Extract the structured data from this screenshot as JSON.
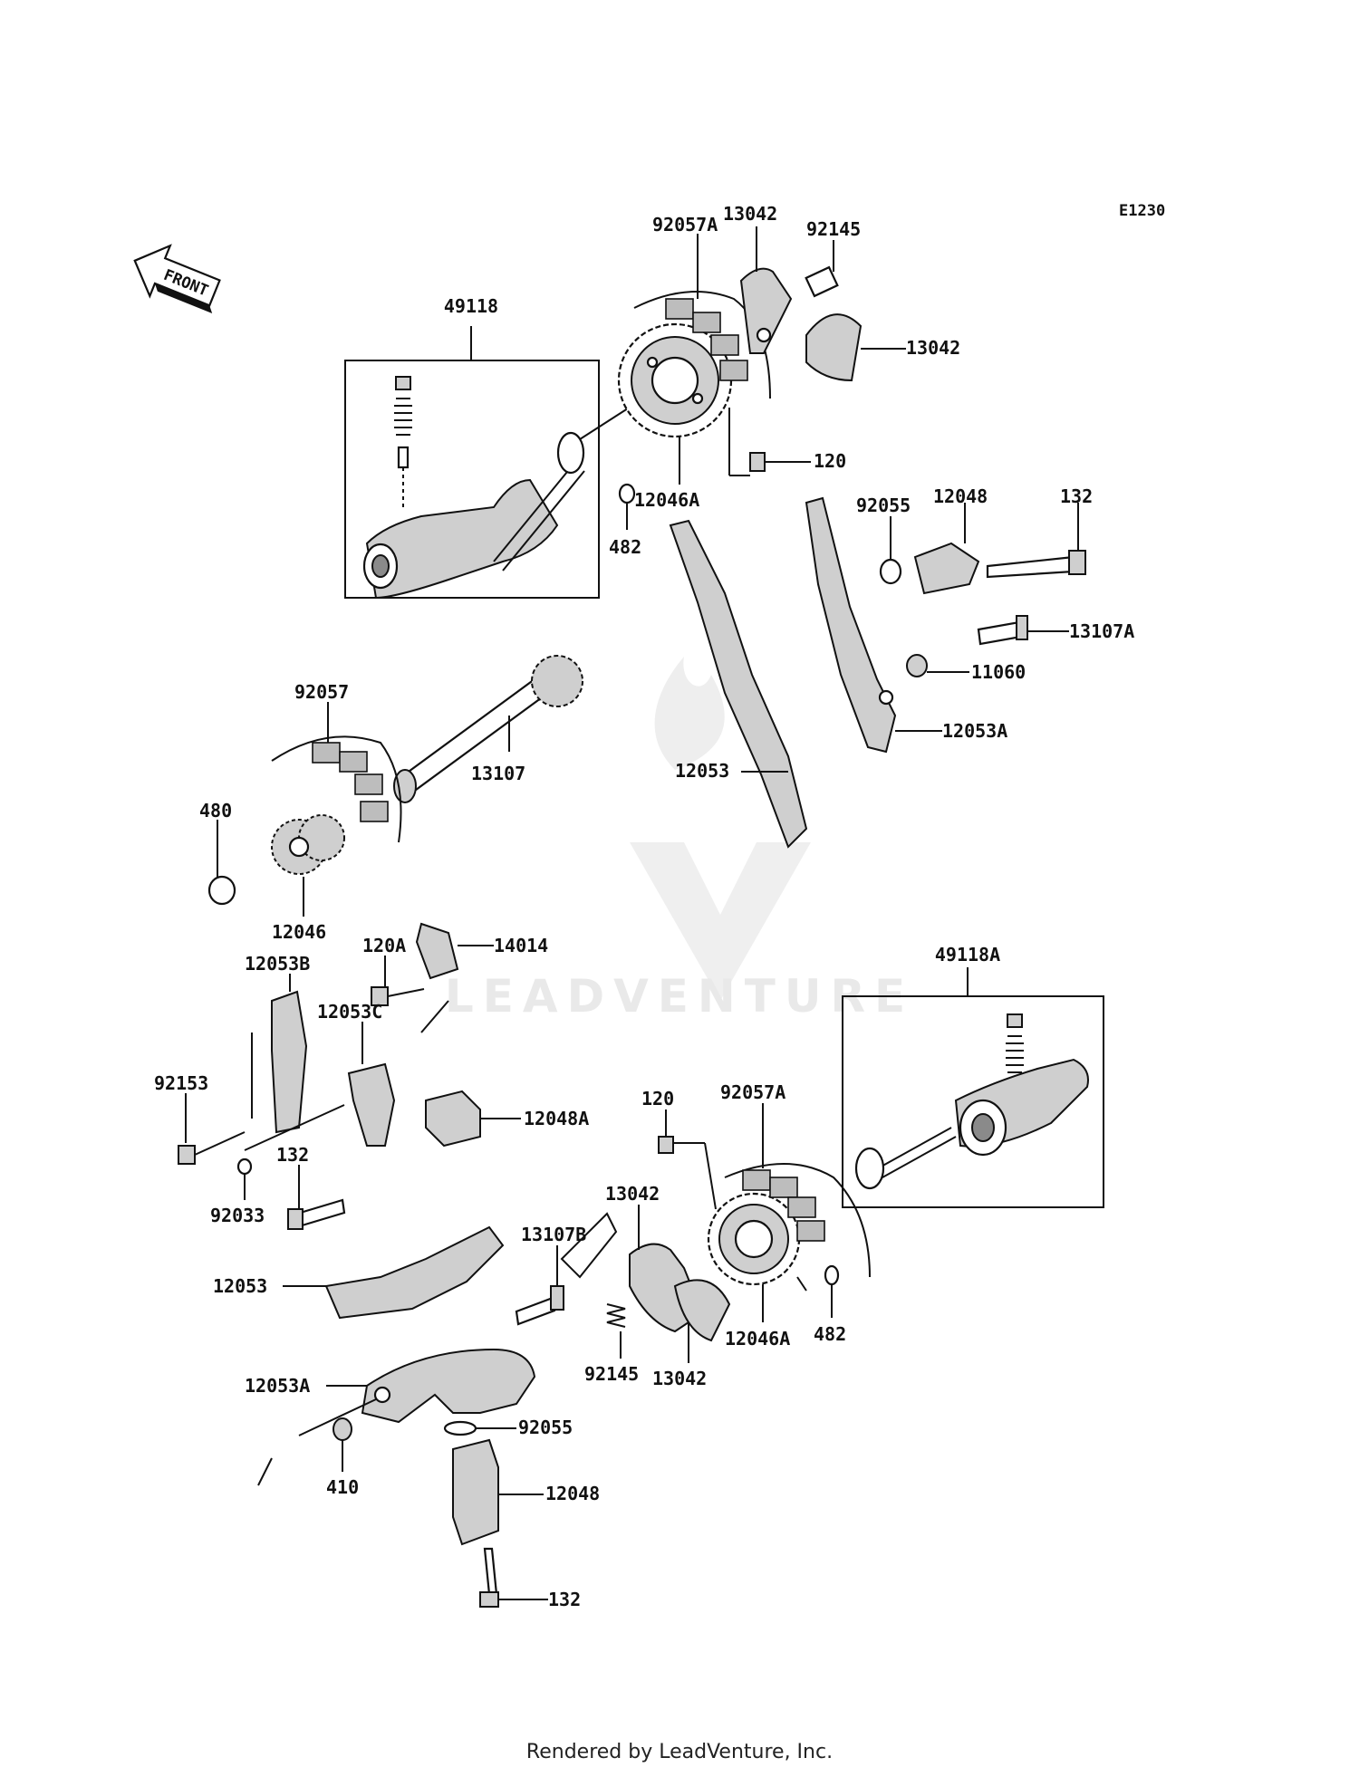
{
  "diagram_code": "E1230",
  "front_label": "FRONT",
  "watermark": "LEADVENTURE",
  "footer": "Rendered by LeadVenture, Inc.",
  "callouts": {
    "c49118": "49118",
    "c92057A_top": "92057A",
    "c13042_top1": "13042",
    "c92145_top": "92145",
    "c13042_top2": "13042",
    "c120_top": "120",
    "c12046A_top": "12046A",
    "c482_top": "482",
    "c92055_top": "92055",
    "c12048_top": "12048",
    "c132_top": "132",
    "c13107A": "13107A",
    "c11060": "11060",
    "c12053A_right": "12053A",
    "c12053_center": "12053",
    "c92057": "92057",
    "c13107": "13107",
    "c480": "480",
    "c12046": "12046",
    "c120A": "120A",
    "c14014": "14014",
    "c12053B": "12053B",
    "c12053C": "12053C",
    "c92153": "92153",
    "c92033": "92033",
    "c132_mid": "132",
    "c12048A": "12048A",
    "c49118A": "49118A",
    "c120_bottom": "120",
    "c92057A_bottom": "92057A",
    "c13042_bottom1": "13042",
    "c13107B": "13107B",
    "c12053_left": "12053",
    "c92145_bottom": "92145",
    "c13042_bottom2": "13042",
    "c12046A_bottom": "12046A",
    "c482_bottom": "482",
    "c12053A_left": "12053A",
    "c92055_bottom": "92055",
    "c410": "410",
    "c12048_bottom": "12048",
    "c132_bottom": "132"
  }
}
